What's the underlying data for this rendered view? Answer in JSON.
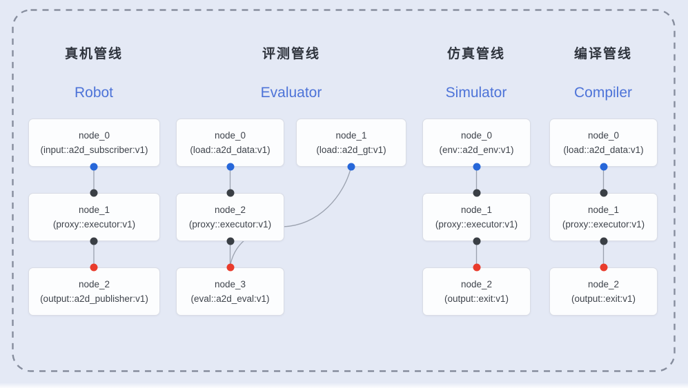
{
  "diagram": {
    "colors": {
      "background": "#e4e9f5",
      "dashed_border": "#868d9d",
      "node_border": "#d9dce5",
      "node_bg": "#fcfdfe",
      "title_text": "#2f343d",
      "subtitle_text": "#4d73d8",
      "node_text": "#3e434b",
      "edge_line": "#9aa1ae",
      "port_output_blue": "#2767d9",
      "port_executor_black": "#3a3f45",
      "port_input_red": "#e93b2c"
    },
    "pipelines": [
      {
        "title_zh": "真机管线",
        "title_en": "Robot",
        "nodes": [
          {
            "name": "node_0",
            "type": "(input::a2d_subscriber:v1)"
          },
          {
            "name": "node_1",
            "type": "(proxy::executor:v1)"
          },
          {
            "name": "node_2",
            "type": "(output::a2d_publisher:v1)"
          }
        ]
      },
      {
        "title_zh": "评测管线",
        "title_en": "Evaluator",
        "nodes": [
          {
            "name": "node_0",
            "type": "(load::a2d_data:v1)"
          },
          {
            "name": "node_1",
            "type": "(load::a2d_gt:v1)"
          },
          {
            "name": "node_2",
            "type": "(proxy::executor:v1)"
          },
          {
            "name": "node_3",
            "type": "(eval::a2d_eval:v1)"
          }
        ]
      },
      {
        "title_zh": "仿真管线",
        "title_en": "Simulator",
        "nodes": [
          {
            "name": "node_0",
            "type": "(env::a2d_env:v1)"
          },
          {
            "name": "node_1",
            "type": "(proxy::executor:v1)"
          },
          {
            "name": "node_2",
            "type": "(output::exit:v1)"
          }
        ]
      },
      {
        "title_zh": "编译管线",
        "title_en": "Compiler",
        "nodes": [
          {
            "name": "node_0",
            "type": "(load::a2d_data:v1)"
          },
          {
            "name": "node_1",
            "type": "(proxy::executor:v1)"
          },
          {
            "name": "node_2",
            "type": "(output::exit:v1)"
          }
        ]
      }
    ]
  }
}
